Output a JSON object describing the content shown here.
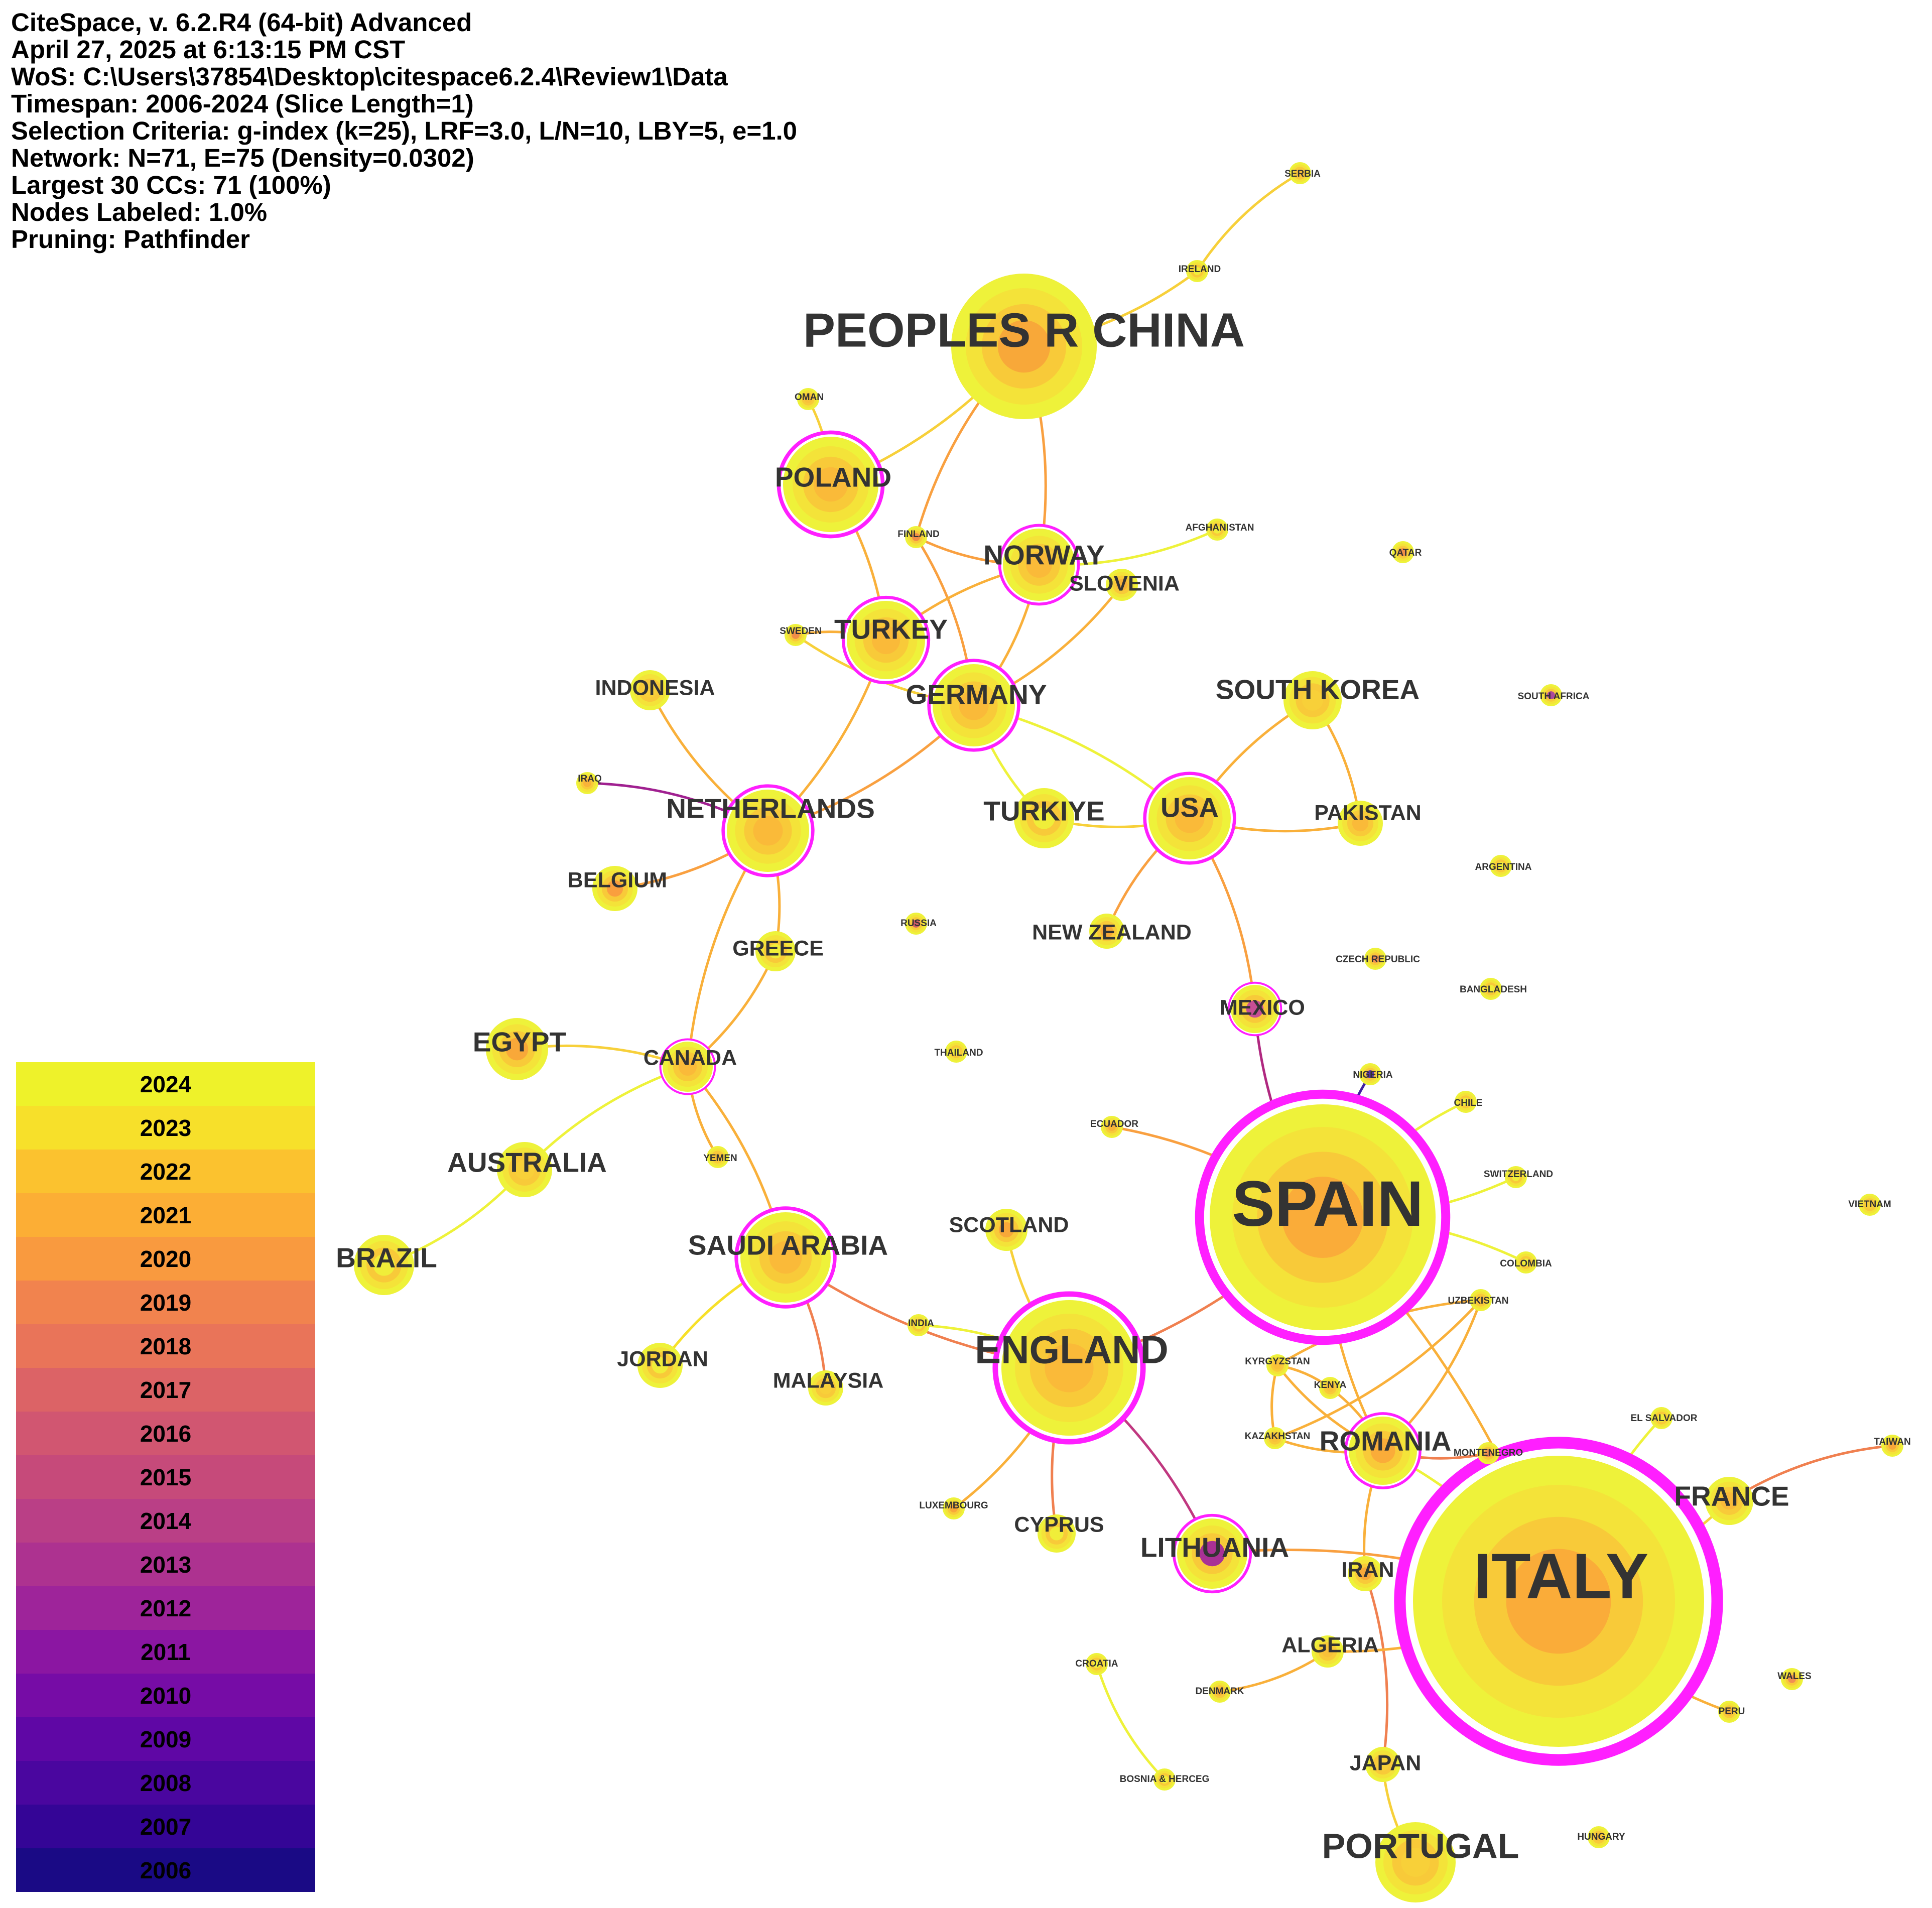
{
  "header": [
    "CiteSpace, v. 6.2.R4 (64-bit) Advanced",
    "April 27, 2025 at 6:13:15 PM CST",
    "WoS: C:\\Users\\37854\\Desktop\\citespace6.2.4\\Review1\\Data",
    "Timespan: 2006-2024 (Slice Length=1)",
    "Selection Criteria: g-index (k=25), LRF=3.0, L/N=10, LBY=5, e=1.0",
    "Network: N=71, E=75 (Density=0.0302)",
    "Largest 30 CCs: 71 (100%)",
    "Nodes Labeled: 1.0%",
    "Pruning: Pathfinder"
  ],
  "colors": {
    "ring": "#ff1fff",
    "label": "#333333",
    "node_outer": "#eef23a",
    "node_inner": "#f7a43a"
  },
  "legend": [
    {
      "year": "2024",
      "color": "#eef22a"
    },
    {
      "year": "2023",
      "color": "#f7e02a"
    },
    {
      "year": "2022",
      "color": "#fbc22f"
    },
    {
      "year": "2021",
      "color": "#fcae35"
    },
    {
      "year": "2020",
      "color": "#f99a3f"
    },
    {
      "year": "2019",
      "color": "#f1834e"
    },
    {
      "year": "2018",
      "color": "#e97459"
    },
    {
      "year": "2017",
      "color": "#dc6366"
    },
    {
      "year": "2016",
      "color": "#d15671"
    },
    {
      "year": "2015",
      "color": "#c64a7a"
    },
    {
      "year": "2014",
      "color": "#ba3f86"
    },
    {
      "year": "2013",
      "color": "#ad3290"
    },
    {
      "year": "2012",
      "color": "#9e249a"
    },
    {
      "year": "2011",
      "color": "#8b16a2"
    },
    {
      "year": "2010",
      "color": "#760ca6"
    },
    {
      "year": "2009",
      "color": "#5f07a5"
    },
    {
      "year": "2008",
      "color": "#4a069f"
    },
    {
      "year": "2007",
      "color": "#340596"
    },
    {
      "year": "2006",
      "color": "#1a0a85"
    }
  ],
  "nodes": [
    {
      "id": "ITALY",
      "label": "ITALY",
      "size": "huge",
      "ring": true,
      "color": "#f9a83a"
    },
    {
      "id": "SPAIN",
      "label": "SPAIN",
      "size": "huge",
      "ring": true,
      "color": "#f9a83a"
    },
    {
      "id": "PEOPLES_R_CHINA",
      "label": "PEOPLES R CHINA",
      "size": "large",
      "ring": false,
      "color": "#f7a43a"
    },
    {
      "id": "ENGLAND",
      "label": "ENGLAND",
      "size": "large",
      "ring": true,
      "color": "#f9b83a"
    },
    {
      "id": "PORTUGAL",
      "label": "PORTUGAL",
      "size": "large",
      "ring": false,
      "color": "#f7d03a"
    },
    {
      "id": "POLAND",
      "label": "POLAND",
      "size": "medium",
      "ring": true,
      "color": "#f9b83a"
    },
    {
      "id": "NORWAY",
      "label": "NORWAY",
      "size": "medium",
      "ring": true,
      "color": "#f9b83a"
    },
    {
      "id": "TURKEY",
      "label": "TURKEY",
      "size": "medium",
      "ring": true,
      "color": "#f9b83a"
    },
    {
      "id": "GERMANY",
      "label": "GERMANY",
      "size": "medium",
      "ring": true,
      "color": "#f9b83a"
    },
    {
      "id": "USA",
      "label": "USA",
      "size": "medium",
      "ring": true,
      "color": "#f9b83a"
    },
    {
      "id": "NETHERLANDS",
      "label": "NETHERLANDS",
      "size": "medium",
      "ring": true,
      "color": "#f9b83a"
    },
    {
      "id": "SAUDI_ARABIA",
      "label": "SAUDI ARABIA",
      "size": "medium",
      "ring": true,
      "color": "#f9b83a"
    },
    {
      "id": "ROMANIA",
      "label": "ROMANIA",
      "size": "medium",
      "ring": true,
      "color": "#f9a83a"
    },
    {
      "id": "LITHUANIA",
      "label": "LITHUANIA",
      "size": "medium",
      "ring": true,
      "color": "#a020a0"
    },
    {
      "id": "CANADA",
      "label": "CANADA",
      "size": "small",
      "ring": true,
      "color": "#f9b83a"
    },
    {
      "id": "MEXICO",
      "label": "MEXICO",
      "size": "small",
      "ring": true,
      "color": "#c040a0"
    },
    {
      "id": "SOUTH_KOREA",
      "label": "SOUTH KOREA",
      "size": "medium",
      "ring": false,
      "color": "#f7d03a"
    },
    {
      "id": "TURKIYE",
      "label": "TURKIYE",
      "size": "medium",
      "ring": false,
      "color": "#eef23a"
    },
    {
      "id": "PAKISTAN",
      "label": "PAKISTAN",
      "size": "small",
      "ring": false,
      "color": "#f9b83a"
    },
    {
      "id": "EGYPT",
      "label": "EGYPT",
      "size": "medium",
      "ring": false,
      "color": "#f7a43a"
    },
    {
      "id": "AUSTRALIA",
      "label": "AUSTRALIA",
      "size": "medium",
      "ring": false,
      "color": "#f7d03a"
    },
    {
      "id": "BRAZIL",
      "label": "BRAZIL",
      "size": "medium",
      "ring": false,
      "color": "#eef23a"
    },
    {
      "id": "FRANCE",
      "label": "FRANCE",
      "size": "medium",
      "ring": false,
      "color": "#f9b83a"
    },
    {
      "id": "JORDAN",
      "label": "JORDAN",
      "size": "small",
      "ring": false,
      "color": "#eef23a"
    },
    {
      "id": "GREECE",
      "label": "GREECE",
      "size": "small",
      "ring": false,
      "color": "#eef23a"
    },
    {
      "id": "BELGIUM",
      "label": "BELGIUM",
      "size": "small",
      "ring": false,
      "color": "#f99a3f"
    },
    {
      "id": "INDONESIA",
      "label": "INDONESIA",
      "size": "small",
      "ring": false,
      "color": "#f7d03a"
    },
    {
      "id": "SCOTLAND",
      "label": "SCOTLAND",
      "size": "small",
      "ring": false,
      "color": "#f7a43a"
    },
    {
      "id": "MALAYSIA",
      "label": "MALAYSIA",
      "size": "small",
      "ring": false,
      "color": "#f7d03a"
    },
    {
      "id": "CYPRUS",
      "label": "CYPRUS",
      "size": "small",
      "ring": false,
      "color": "#eef23a"
    },
    {
      "id": "IRAN",
      "label": "IRAN",
      "size": "small",
      "ring": false,
      "color": "#f7a43a"
    },
    {
      "id": "ALGERIA",
      "label": "ALGERIA",
      "size": "small",
      "ring": false,
      "color": "#f7c03a"
    },
    {
      "id": "JAPAN",
      "label": "JAPAN",
      "size": "small",
      "ring": false,
      "color": "#f7d03a"
    },
    {
      "id": "NEW_ZEALAND",
      "label": "NEW ZEALAND",
      "size": "small",
      "ring": false,
      "color": "#f7a43a"
    },
    {
      "id": "SLOVENIA",
      "label": "SLOVENIA",
      "size": "small",
      "ring": false,
      "color": "#f7b03a"
    },
    {
      "id": "FINLAND",
      "label": "FINLAND",
      "size": "tiny",
      "ring": false,
      "color": "#f0874a"
    },
    {
      "id": "ECUADOR",
      "label": "ECUADOR",
      "size": "tiny",
      "ring": false,
      "color": "#f7b03a"
    },
    {
      "id": "SERBIA",
      "label": "SERBIA",
      "size": "tiny",
      "ring": false,
      "color": "#f7c03a"
    },
    {
      "id": "IRAQ",
      "label": "IRAQ",
      "size": "tiny",
      "ring": false,
      "color": "#f7b03a"
    },
    {
      "id": "INDIA",
      "label": "INDIA",
      "size": "tiny",
      "ring": false,
      "color": "#eef23a"
    },
    {
      "id": "SWEDEN",
      "label": "SWEDEN",
      "size": "tiny",
      "ring": false,
      "color": "#f0874a"
    },
    {
      "id": "IRELAND",
      "label": "IRELAND",
      "size": "tiny",
      "ring": false,
      "color": "#eef23a"
    },
    {
      "id": "OMAN",
      "label": "OMAN",
      "size": "tiny",
      "ring": false,
      "color": "#f7c03a"
    },
    {
      "id": "AFGHANISTAN",
      "label": "AFGHANISTAN",
      "size": "tiny",
      "ring": false,
      "color": "#eef23a"
    },
    {
      "id": "QATAR",
      "label": "QATAR",
      "size": "tiny",
      "ring": false,
      "color": "#f0874a"
    },
    {
      "id": "SOUTH_AFRICA",
      "label": "SOUTH AFRICA",
      "size": "tiny",
      "ring": false,
      "color": "#a23aa6"
    },
    {
      "id": "ARGENTINA",
      "label": "ARGENTINA",
      "size": "tiny",
      "ring": false,
      "color": "#eef23a"
    },
    {
      "id": "RUSSIA",
      "label": "RUSSIA",
      "size": "tiny",
      "ring": false,
      "color": "#c8506e"
    },
    {
      "id": "CZECH_REPUBLIC",
      "label": "CZECH REPUBLIC",
      "size": "tiny",
      "ring": false,
      "color": "#f08a55"
    },
    {
      "id": "BANGLADESH",
      "label": "BANGLADESH",
      "size": "tiny",
      "ring": false,
      "color": "#eef23a"
    },
    {
      "id": "THAILAND",
      "label": "THAILAND",
      "size": "tiny",
      "ring": false,
      "color": "#eef23a"
    },
    {
      "id": "NIGERIA",
      "label": "NIGERIA",
      "size": "tiny",
      "ring": false,
      "color": "#4a20b0"
    },
    {
      "id": "CHILE",
      "label": "CHILE",
      "size": "tiny",
      "ring": false,
      "color": "#eef23a"
    },
    {
      "id": "SWITZERLAND",
      "label": "SWITZERLAND",
      "size": "tiny",
      "ring": false,
      "color": "#eef23a"
    },
    {
      "id": "COLOMBIA",
      "label": "COLOMBIA",
      "size": "tiny",
      "ring": false,
      "color": "#eef23a"
    },
    {
      "id": "VIETNAM",
      "label": "VIETNAM",
      "size": "tiny",
      "ring": false,
      "color": "#f7d03a"
    },
    {
      "id": "YEMEN",
      "label": "YEMEN",
      "size": "tiny",
      "ring": false,
      "color": "#f7c03a"
    },
    {
      "id": "UZBEKISTAN",
      "label": "UZBEKISTAN",
      "size": "tiny",
      "ring": false,
      "color": "#f7c03a"
    },
    {
      "id": "KYRGYZSTAN",
      "label": "KYRGYZSTAN",
      "size": "tiny",
      "ring": false,
      "color": "#f7c03a"
    },
    {
      "id": "KENYA",
      "label": "KENYA",
      "size": "tiny",
      "ring": false,
      "color": "#f7c03a"
    },
    {
      "id": "KAZAKHSTAN",
      "label": "KAZAKHSTAN",
      "size": "tiny",
      "ring": false,
      "color": "#f7c03a"
    },
    {
      "id": "MONTENEGRO",
      "label": "MONTENEGRO",
      "size": "tiny",
      "ring": false,
      "color": "#f08a55"
    },
    {
      "id": "EL_SALVADOR",
      "label": "EL SALVADOR",
      "size": "tiny",
      "ring": false,
      "color": "#eef23a"
    },
    {
      "id": "TAIWAN",
      "label": "TAIWAN",
      "size": "tiny",
      "ring": false,
      "color": "#f7a43a"
    },
    {
      "id": "LUXEMBOURG",
      "label": "LUXEMBOURG",
      "size": "tiny",
      "ring": false,
      "color": "#f7a43a"
    },
    {
      "id": "CROATIA",
      "label": "CROATIA",
      "size": "tiny",
      "ring": false,
      "color": "#eef23a"
    },
    {
      "id": "DENMARK",
      "label": "DENMARK",
      "size": "tiny",
      "ring": false,
      "color": "#f7b03a"
    },
    {
      "id": "BOSNIA_HERCEG",
      "label": "BOSNIA & HERCEG",
      "size": "tiny",
      "ring": false,
      "color": "#eef23a"
    },
    {
      "id": "WALES",
      "label": "WALES",
      "size": "tiny",
      "ring": false,
      "color": "#f08a55"
    },
    {
      "id": "PERU",
      "label": "PERU",
      "size": "tiny",
      "ring": false,
      "color": "#f7b03a"
    },
    {
      "id": "HUNGARY",
      "label": "HUNGARY",
      "size": "tiny",
      "ring": false,
      "color": "#f7c03a"
    }
  ],
  "edges": [
    {
      "from": "PEOPLES_R_CHINA",
      "to": "POLAND",
      "color": "#f7d03a"
    },
    {
      "from": "PEOPLES_R_CHINA",
      "to": "FINLAND",
      "color": "#f9a040"
    },
    {
      "from": "PEOPLES_R_CHINA",
      "to": "NORWAY",
      "color": "#f9a040"
    },
    {
      "from": "PEOPLES_R_CHINA",
      "to": "IRELAND",
      "color": "#f7d03a"
    },
    {
      "from": "IRELAND",
      "to": "SERBIA",
      "color": "#f7d03a"
    },
    {
      "from": "POLAND",
      "to": "OMAN",
      "color": "#f7d03a"
    },
    {
      "from": "POLAND",
      "to": "TURKEY",
      "color": "#f9b03a"
    },
    {
      "from": "FINLAND",
      "to": "NORWAY",
      "color": "#f9a040"
    },
    {
      "from": "FINLAND",
      "to": "GERMANY",
      "color": "#f9a040"
    },
    {
      "from": "NORWAY",
      "to": "AFGHANISTAN",
      "color": "#eef23a"
    },
    {
      "from": "NORWAY",
      "to": "GERMANY",
      "color": "#f9b03a"
    },
    {
      "from": "NORWAY",
      "to": "TURKEY",
      "color": "#f9b03a"
    },
    {
      "from": "SLOVENIA",
      "to": "GERMANY",
      "color": "#f9b03a"
    },
    {
      "from": "TURKEY",
      "to": "SWEDEN",
      "color": "#f9b03a"
    },
    {
      "from": "TURKEY",
      "to": "NETHERLANDS",
      "color": "#f9b03a"
    },
    {
      "from": "SWEDEN",
      "to": "GERMANY",
      "color": "#f7d03a"
    },
    {
      "from": "GERMANY",
      "to": "NETHERLANDS",
      "color": "#f9a040"
    },
    {
      "from": "GERMANY",
      "to": "TURKIYE",
      "color": "#eef23a"
    },
    {
      "from": "GERMANY",
      "to": "USA",
      "color": "#eef23a"
    },
    {
      "from": "INDONESIA",
      "to": "NETHERLANDS",
      "color": "#f9b03a"
    },
    {
      "from": "IRAQ",
      "to": "NETHERLANDS",
      "color": "#a02090"
    },
    {
      "from": "BELGIUM",
      "to": "NETHERLANDS",
      "color": "#f9a040"
    },
    {
      "from": "NETHERLANDS",
      "to": "GREECE",
      "color": "#f9b03a"
    },
    {
      "from": "NETHERLANDS",
      "to": "CANADA",
      "color": "#f9b03a"
    },
    {
      "from": "GREECE",
      "to": "CANADA",
      "color": "#f9b03a"
    },
    {
      "from": "TURKIYE",
      "to": "USA",
      "color": "#f7d03a"
    },
    {
      "from": "USA",
      "to": "SOUTH_KOREA",
      "color": "#f9b03a"
    },
    {
      "from": "USA",
      "to": "PAKISTAN",
      "color": "#f9b03a"
    },
    {
      "from": "SOUTH_KOREA",
      "to": "PAKISTAN",
      "color": "#f9b03a"
    },
    {
      "from": "USA",
      "to": "NEW_ZEALAND",
      "color": "#f9a040"
    },
    {
      "from": "USA",
      "to": "MEXICO",
      "color": "#f9a040"
    },
    {
      "from": "MEXICO",
      "to": "SPAIN",
      "color": "#b02880"
    },
    {
      "from": "EGYPT",
      "to": "CANADA",
      "color": "#f7d03a"
    },
    {
      "from": "CANADA",
      "to": "AUSTRALIA",
      "color": "#eef23a"
    },
    {
      "from": "AUSTRALIA",
      "to": "BRAZIL",
      "color": "#eef23a"
    },
    {
      "from": "CANADA",
      "to": "YEMEN",
      "color": "#f9b03a"
    },
    {
      "from": "CANADA",
      "to": "SAUDI_ARABIA",
      "color": "#f9b03a"
    },
    {
      "from": "SAUDI_ARABIA",
      "to": "JORDAN",
      "color": "#eef23a"
    },
    {
      "from": "SAUDI_ARABIA",
      "to": "MALAYSIA",
      "color": "#f08050"
    },
    {
      "from": "SAUDI_ARABIA",
      "to": "ENGLAND",
      "color": "#f08050"
    },
    {
      "from": "INDIA",
      "to": "ENGLAND",
      "color": "#eef23a"
    },
    {
      "from": "SCOTLAND",
      "to": "ENGLAND",
      "color": "#f7d03a"
    },
    {
      "from": "ENGLAND",
      "to": "LUXEMBOURG",
      "color": "#f9b03a"
    },
    {
      "from": "ENGLAND",
      "to": "CYPRUS",
      "color": "#f08050"
    },
    {
      "from": "ENGLAND",
      "to": "LITHUANIA",
      "color": "#c03880"
    },
    {
      "from": "ENGLAND",
      "to": "SPAIN",
      "color": "#f08050"
    },
    {
      "from": "ECUADOR",
      "to": "SPAIN",
      "color": "#f9a040"
    },
    {
      "from": "NIGERIA",
      "to": "SPAIN",
      "color": "#4020a0"
    },
    {
      "from": "SPAIN",
      "to": "CHILE",
      "color": "#eef23a"
    },
    {
      "from": "SPAIN",
      "to": "SWITZERLAND",
      "color": "#eef23a"
    },
    {
      "from": "SPAIN",
      "to": "COLOMBIA",
      "color": "#eef23a"
    },
    {
      "from": "SPAIN",
      "to": "ROMANIA",
      "color": "#f9b03a"
    },
    {
      "from": "SPAIN",
      "to": "ITALY",
      "color": "#f9b03a"
    },
    {
      "from": "ROMANIA",
      "to": "UZBEKISTAN",
      "color": "#f9b03a"
    },
    {
      "from": "ROMANIA",
      "to": "KYRGYZSTAN",
      "color": "#f9b03a"
    },
    {
      "from": "ROMANIA",
      "to": "KENYA",
      "color": "#f9b03a"
    },
    {
      "from": "ROMANIA",
      "to": "KAZAKHSTAN",
      "color": "#f9b03a"
    },
    {
      "from": "UZBEKISTAN",
      "to": "KYRGYZSTAN",
      "color": "#f9b03a"
    },
    {
      "from": "UZBEKISTAN",
      "to": "KAZAKHSTAN",
      "color": "#f9b03a"
    },
    {
      "from": "KYRGYZSTAN",
      "to": "KAZAKHSTAN",
      "color": "#f9b03a"
    },
    {
      "from": "KYRGYZSTAN",
      "to": "KENYA",
      "color": "#f9b03a"
    },
    {
      "from": "ROMANIA",
      "to": "MONTENEGRO",
      "color": "#f08050"
    },
    {
      "from": "ROMANIA",
      "to": "ITALY",
      "color": "#eef23a"
    },
    {
      "from": "ROMANIA",
      "to": "IRAN",
      "color": "#f9b03a"
    },
    {
      "from": "IRAN",
      "to": "JAPAN",
      "color": "#f08050"
    },
    {
      "from": "JAPAN",
      "to": "PORTUGAL",
      "color": "#f7d03a"
    },
    {
      "from": "ITALY",
      "to": "EL_SALVADOR",
      "color": "#eef23a"
    },
    {
      "from": "ITALY",
      "to": "FRANCE",
      "color": "#f7d03a"
    },
    {
      "from": "FRANCE",
      "to": "TAIWAN",
      "color": "#f08050"
    },
    {
      "from": "ITALY",
      "to": "PERU",
      "color": "#f9b03a"
    },
    {
      "from": "ITALY",
      "to": "ALGERIA",
      "color": "#f9b03a"
    },
    {
      "from": "ITALY",
      "to": "LITHUANIA",
      "color": "#f9a040"
    },
    {
      "from": "ALGERIA",
      "to": "DENMARK",
      "color": "#f9b03a"
    },
    {
      "from": "CROATIA",
      "to": "BOSNIA_HERCEG",
      "color": "#eef23a"
    },
    {
      "from": "JORDAN",
      "to": "SAUDI_ARABIA",
      "color": "#f7e02a"
    }
  ]
}
